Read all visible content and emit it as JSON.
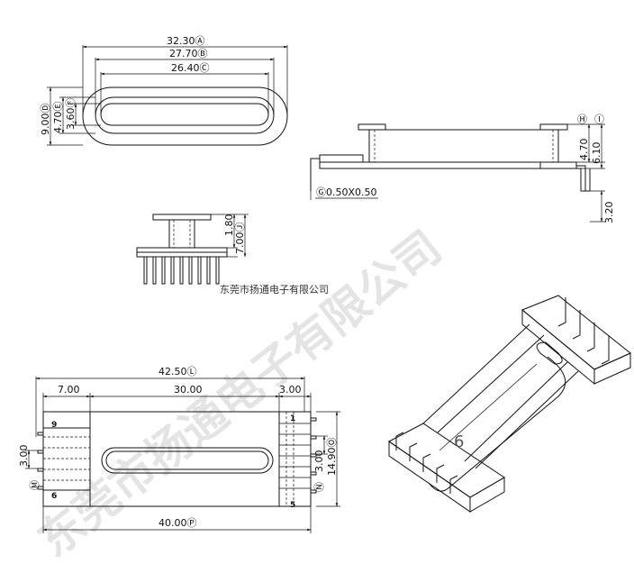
{
  "watermark": "东莞市扬通电子有限公司",
  "company_mark": "东莞市扬通电子有限公司",
  "top_view": {
    "dim_a": "32.30Ⓐ",
    "dim_b": "27.70Ⓑ",
    "dim_c": "26.40Ⓒ",
    "dim_d": "9.00Ⓓ",
    "dim_e": "4.70Ⓔ",
    "dim_f": "3.60Ⓕ"
  },
  "side_view": {
    "label_h": "Ⓗ",
    "label_i": "Ⓘ",
    "dim_h": "4.70",
    "dim_i": "6.10",
    "dim_pin": "3.20",
    "dim_g": "Ⓖ0.50X0.50"
  },
  "front_view": {
    "dim_top": "1.80",
    "dim_total": "7.00Ⓙ"
  },
  "bottom_view": {
    "dim_overall": "42.50Ⓛ",
    "dim_left": "7.00",
    "dim_mid": "30.00",
    "dim_right": "3.00",
    "dim_bottom": "40.00Ⓟ",
    "dim_height": "14.90Ⓞ",
    "dim_pitch_left": "3.00",
    "dim_pitch_right": "3.00",
    "label_m": "Ⓜ",
    "label_n": "Ⓝ",
    "pin_9": "9",
    "pin_6": "6",
    "pin_1": "1",
    "pin_5": "5"
  },
  "iso_view": {
    "label": "6"
  }
}
